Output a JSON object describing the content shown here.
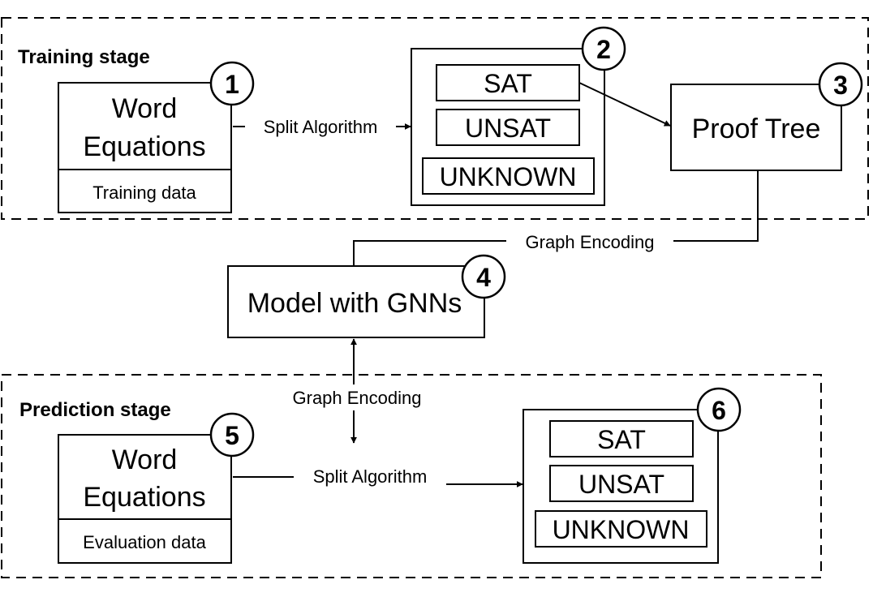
{
  "training": {
    "stage_label": "Training stage",
    "word_eq_line1": "Word",
    "word_eq_line2": "Equations",
    "data_label": "Training data",
    "split_label": "Split Algorithm",
    "results": [
      "SAT",
      "UNSAT",
      "UNKNOWN"
    ],
    "proof_tree": "Proof Tree",
    "badges": [
      "1",
      "2",
      "3"
    ]
  },
  "graph_encoding_top": "Graph Encoding",
  "model": {
    "label": "Model with GNNs",
    "badge": "4"
  },
  "graph_encoding_mid": "Graph Encoding",
  "prediction": {
    "stage_label": "Prediction stage",
    "word_eq_line1": "Word",
    "word_eq_line2": "Equations",
    "data_label": "Evaluation data",
    "split_label": "Split Algorithm",
    "results": [
      "SAT",
      "UNSAT",
      "UNKNOWN"
    ],
    "badges": [
      "5",
      "6"
    ]
  }
}
